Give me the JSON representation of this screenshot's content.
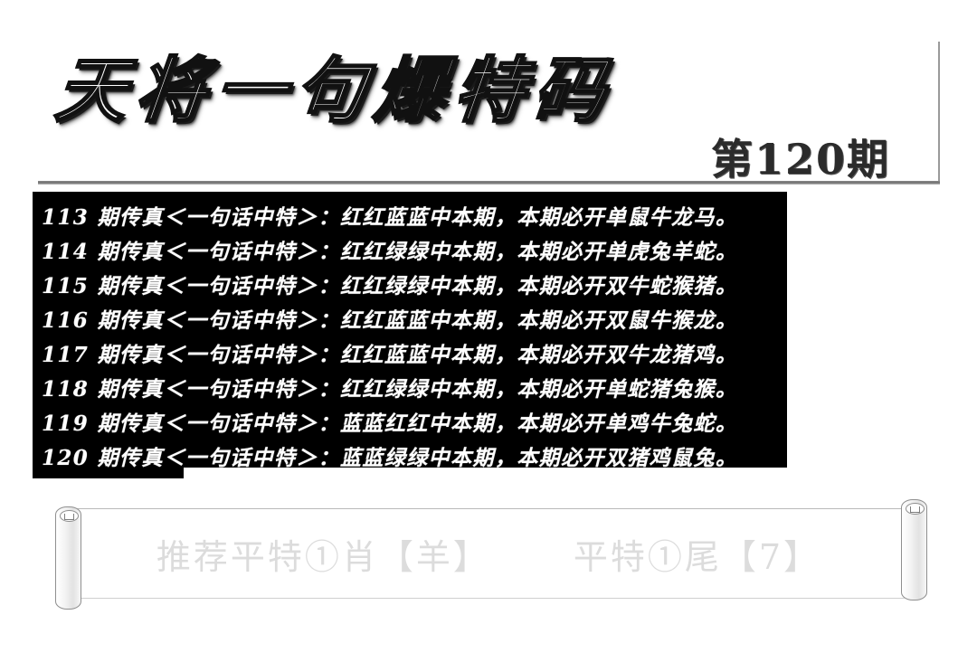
{
  "header": {
    "title": "天将一句爆特码",
    "issue_label": "第120期"
  },
  "forecast_panel": {
    "background_color": "#000000",
    "text_color": "#ffffff",
    "rows": [
      {
        "issue": "113",
        "text": "113 期传真＜一句话中特＞：红红蓝蓝中本期，本期必开单鼠牛龙马。"
      },
      {
        "issue": "114",
        "text": "114 期传真＜一句话中特＞：红红绿绿中本期，本期必开单虎兔羊蛇。"
      },
      {
        "issue": "115",
        "text": "115 期传真＜一句话中特＞：红红绿绿中本期，本期必开双牛蛇猴猪。"
      },
      {
        "issue": "116",
        "text": "116 期传真＜一句话中特＞：红红蓝蓝中本期，本期必开双鼠牛猴龙。"
      },
      {
        "issue": "117",
        "text": "117 期传真＜一句话中特＞：红红蓝蓝中本期，本期必开双牛龙猪鸡。"
      },
      {
        "issue": "118",
        "text": "118 期传真＜一句话中特＞：红红绿绿中本期，本期必开单蛇猪兔猴。"
      },
      {
        "issue": "119",
        "text": "119 期传真＜一句话中特＞：蓝蓝红红中本期，本期必开单鸡牛兔蛇。"
      },
      {
        "issue": "120",
        "text": "120 期传真＜一句话中特＞：蓝蓝绿绿中本期，本期必开双猪鸡鼠兔。"
      }
    ]
  },
  "footer_scroll": {
    "text_color": "#dcdcdc",
    "left_recommendation": "推荐平特①肖【羊】",
    "right_recommendation": "平特①尾【7】"
  }
}
